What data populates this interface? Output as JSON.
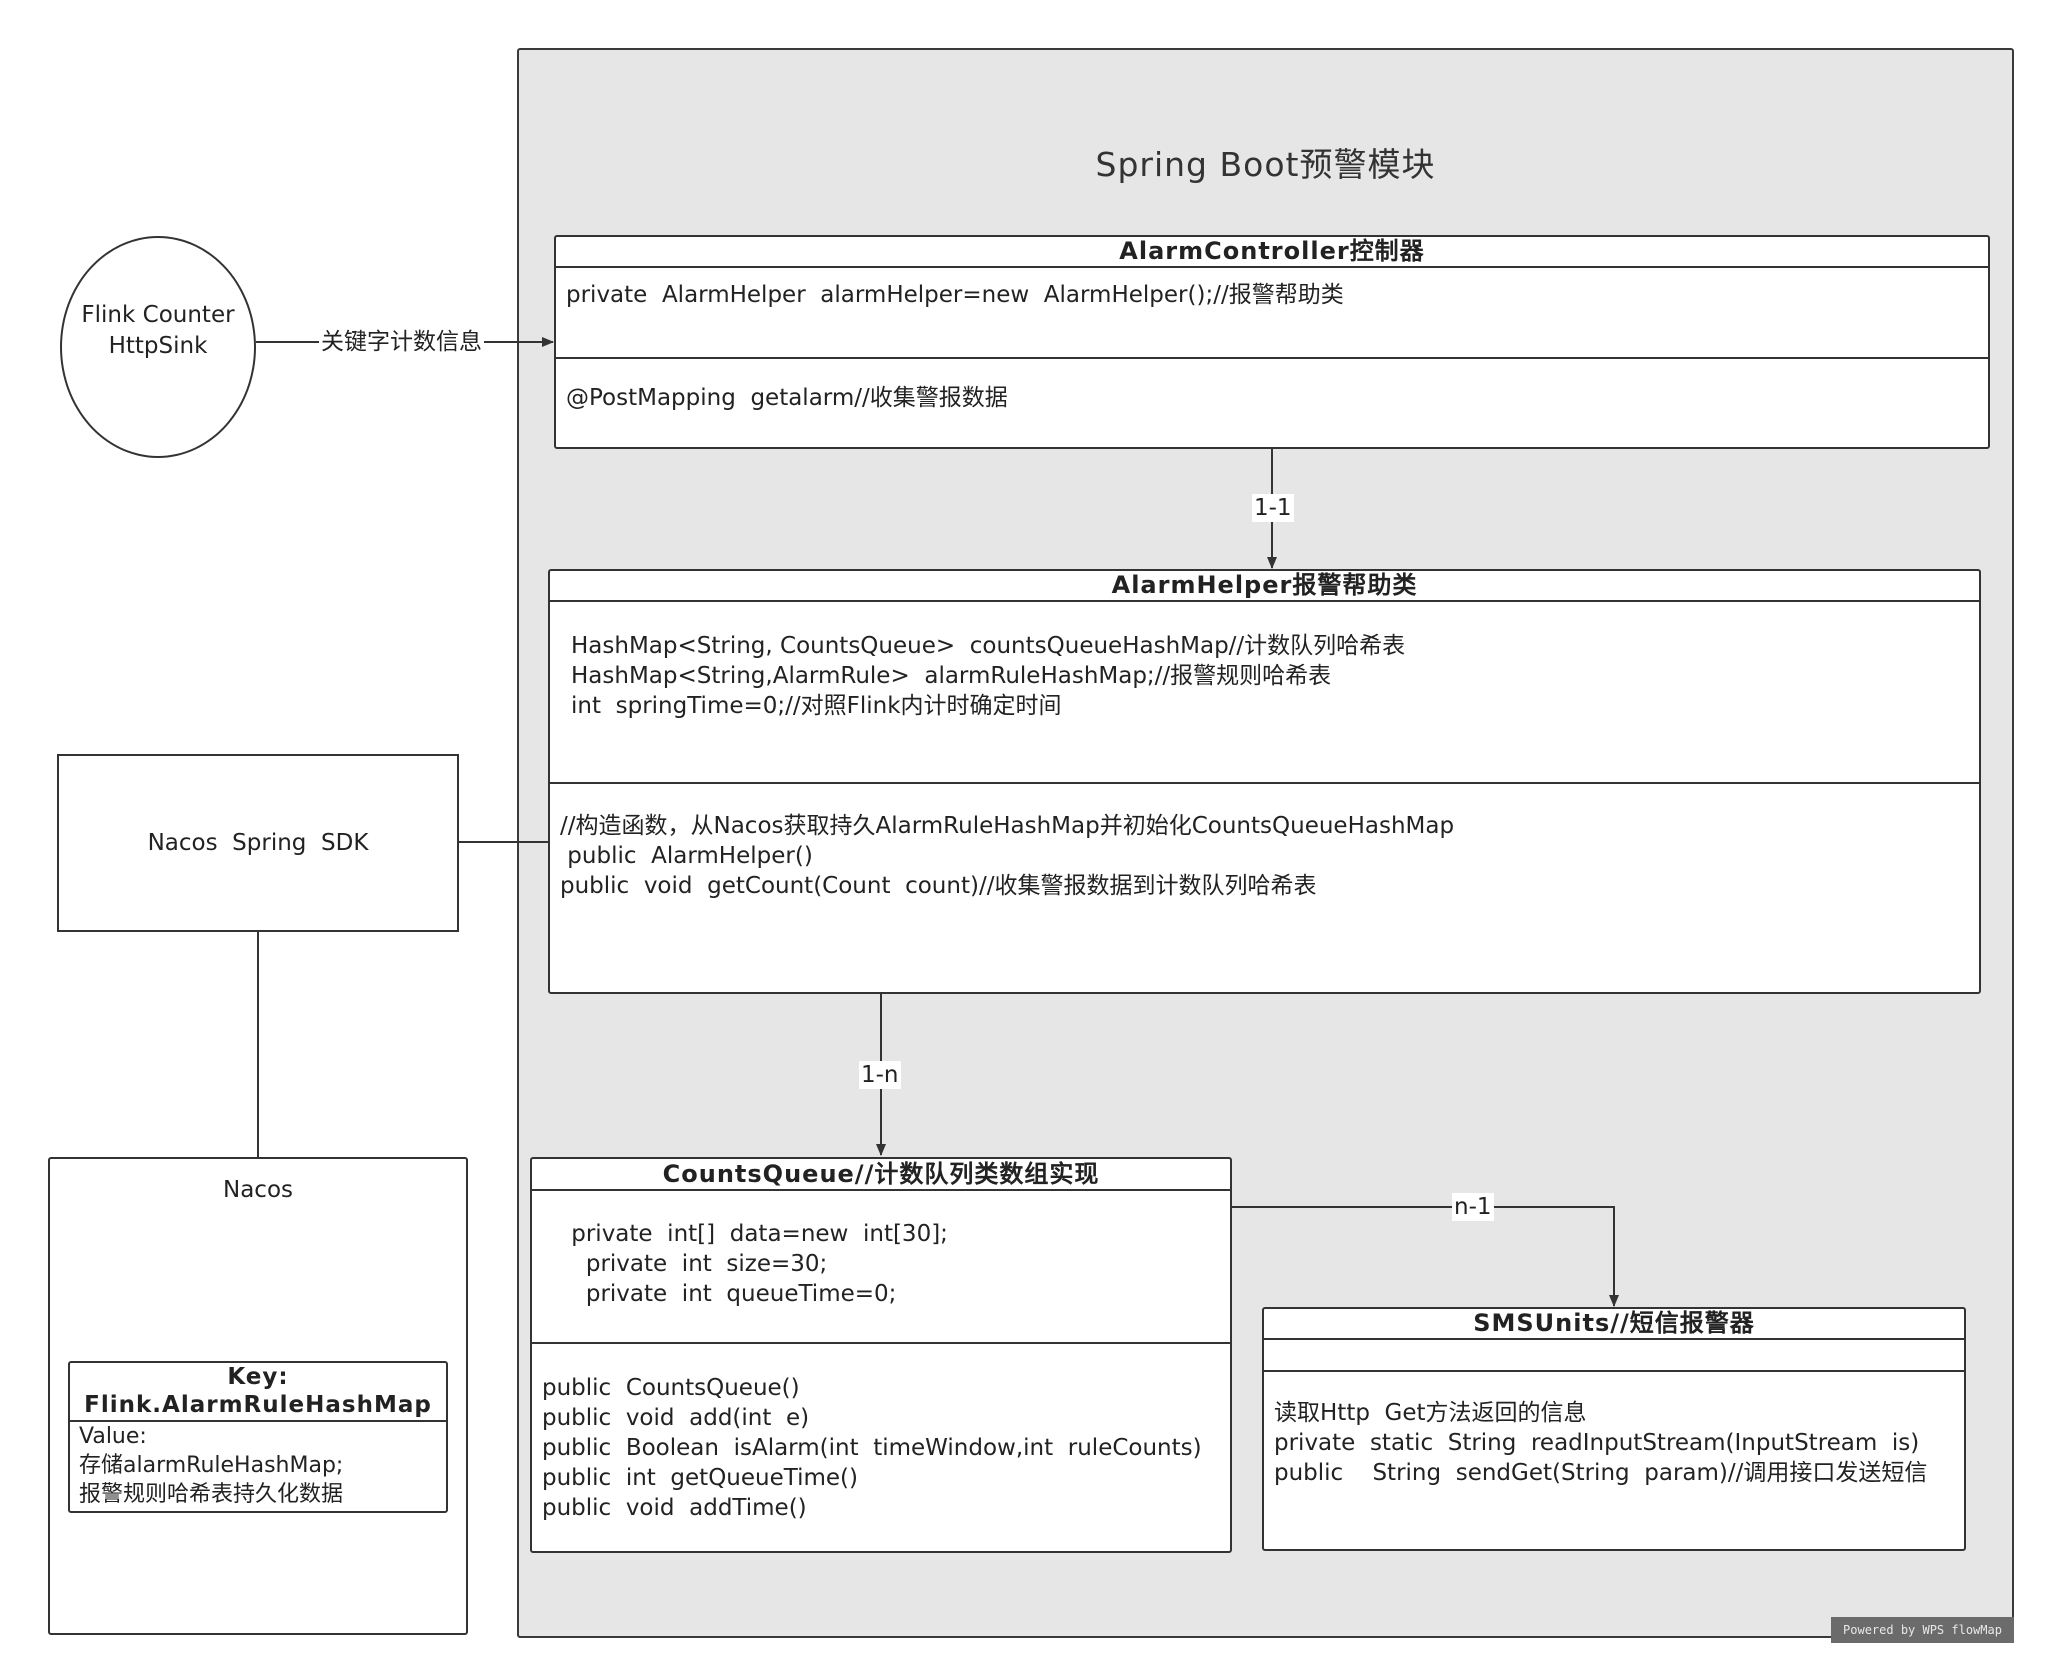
{
  "panel": {
    "title": "Spring  Boot预警模块"
  },
  "flink": {
    "line1": "Flink  Counter",
    "line2": "HttpSink"
  },
  "edge_flink_controller": "关键字计数信息",
  "controller": {
    "title": "AlarmController控制器",
    "attributes": [
      "private  AlarmHelper  alarmHelper=new  AlarmHelper();//报警帮助类"
    ],
    "methods": [
      "@PostMapping  getalarm//收集警报数据"
    ]
  },
  "edge_controller_helper": "1-1",
  "helper": {
    "title": "AlarmHelper报警帮助类",
    "attributes": [
      "HashMap<String, CountsQueue>  countsQueueHashMap//计数队列哈希表",
      "HashMap<String,AlarmRule>  alarmRuleHashMap;//报警规则哈希表",
      "int  springTime=0;//对照Flink内计时确定时间"
    ],
    "methods": [
      "//构造函数，从Nacos获取持久AlarmRuleHashMap并初始化CountsQueueHashMap",
      " public  AlarmHelper()",
      "",
      "public  void  getCount(Count  count)//收集警报数据到计数队列哈希表"
    ]
  },
  "edge_helper_queue": "1-n",
  "queue": {
    "title": "CountsQueue//计数队列类数组实现",
    "attributes": [
      "    private  int[]  data=new  int[30];",
      "      private  int  size=30;",
      "      private  int  queueTime=0;"
    ],
    "methods": [
      "public  CountsQueue()",
      "public  void  add(int  e)",
      "public  Boolean  isAlarm(int  timeWindow,int  ruleCounts)",
      "public  int  getQueueTime()",
      "public  void  addTime()"
    ]
  },
  "edge_queue_sms": "n-1",
  "sms": {
    "title": "SMSUnits//短信报警器",
    "methods": [
      "读取Http  Get方法返回的信息",
      "private  static  String  readInputStream(InputStream  is)",
      "",
      "public    String  sendGet(String  param)//调用接口发送短信"
    ]
  },
  "nacos_sdk": {
    "label": "Nacos  Spring  SDK"
  },
  "nacos": {
    "title": "Nacos",
    "key_title_line1": "Key:",
    "key_title_line2": "Flink.AlarmRuleHashMap",
    "value_lines": [
      "Value:",
      "存储alarmRuleHashMap;",
      "报警规则哈希表持久化数据"
    ]
  },
  "watermark": "Powered by WPS flowMap"
}
